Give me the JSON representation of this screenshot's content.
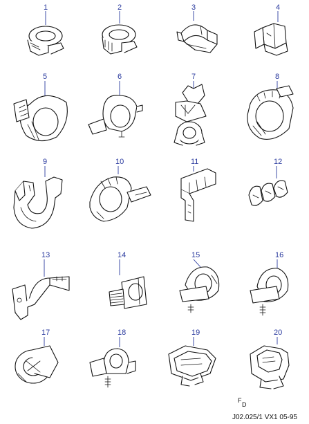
{
  "parts": [
    {
      "number": "1"
    },
    {
      "number": "2"
    },
    {
      "number": "3"
    },
    {
      "number": "4"
    },
    {
      "number": "5"
    },
    {
      "number": "6"
    },
    {
      "number": "7"
    },
    {
      "number": "8"
    },
    {
      "number": "9"
    },
    {
      "number": "10"
    },
    {
      "number": "11"
    },
    {
      "number": "12"
    },
    {
      "number": "13"
    },
    {
      "number": "14"
    },
    {
      "number": "15"
    },
    {
      "number": "16"
    },
    {
      "number": "17"
    },
    {
      "number": "18"
    },
    {
      "number": "19"
    },
    {
      "number": "20"
    }
  ],
  "footer": {
    "mark_top": "F",
    "mark_bottom": "D",
    "reference": "J02.025/1 VX1 05-95"
  },
  "colors": {
    "callout": "#2a3a9e",
    "line": "#111111"
  }
}
